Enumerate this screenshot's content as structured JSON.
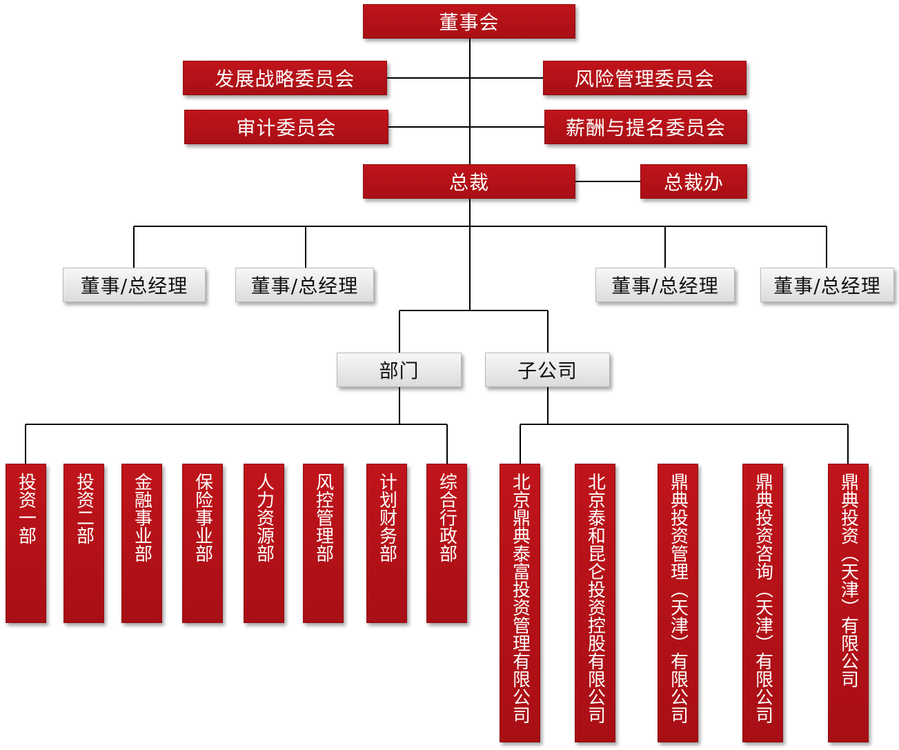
{
  "board": "董事会",
  "committees": {
    "strategy": "发展战略委员会",
    "risk": "风险管理委员会",
    "audit": "审计委员会",
    "compensation": "薪酬与提名委员会"
  },
  "president": "总裁",
  "president_office": "总裁办",
  "directors": [
    "董事/总经理",
    "董事/总经理",
    "董事/总经理",
    "董事/总经理"
  ],
  "departments_header": "部门",
  "subsidiaries_header": "子公司",
  "departments": [
    "投资一部",
    "投资二部",
    "金融事业部",
    "保险事业部",
    "人力资源部",
    "风控管理部",
    "计划财务部",
    "综合行政部"
  ],
  "subsidiaries": [
    "北京鼎典泰富投资管理有限公司",
    "北京泰和昆仑投资控股有限公司",
    "鼎典投资管理（天津）有限公司",
    "鼎典投资咨询（天津）有限公司",
    "鼎典投资（天津）有限公司"
  ],
  "colors": {
    "red_box": "#b5111a",
    "grey_box": "#e6e6e6",
    "line": "#000000"
  }
}
